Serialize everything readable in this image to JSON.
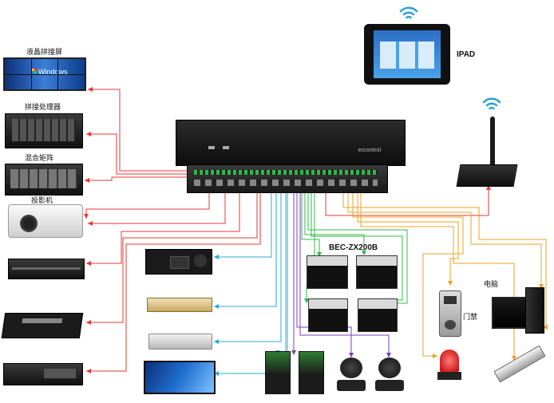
{
  "labels": {
    "lcd_wall": "液晶拼接屏",
    "splice_processor": "拼接处理器",
    "hybrid_matrix": "混合矩阵",
    "projector": "投影机",
    "ipad": "IPAD",
    "controller_brand": "eccontrol",
    "lcd_screen_text": "Windows",
    "panel_model": "BEC-ZX200B",
    "pc": "电脑",
    "access_control": "门禁"
  },
  "colors": {
    "red": "#e53935",
    "cyan": "#29a9d9",
    "green": "#2fb84a",
    "purple": "#7b3fb5",
    "orange": "#f0a020",
    "wifi": "#2a9fd6"
  },
  "icons": [
    "wifi-icon",
    "windows-logo-icon"
  ]
}
